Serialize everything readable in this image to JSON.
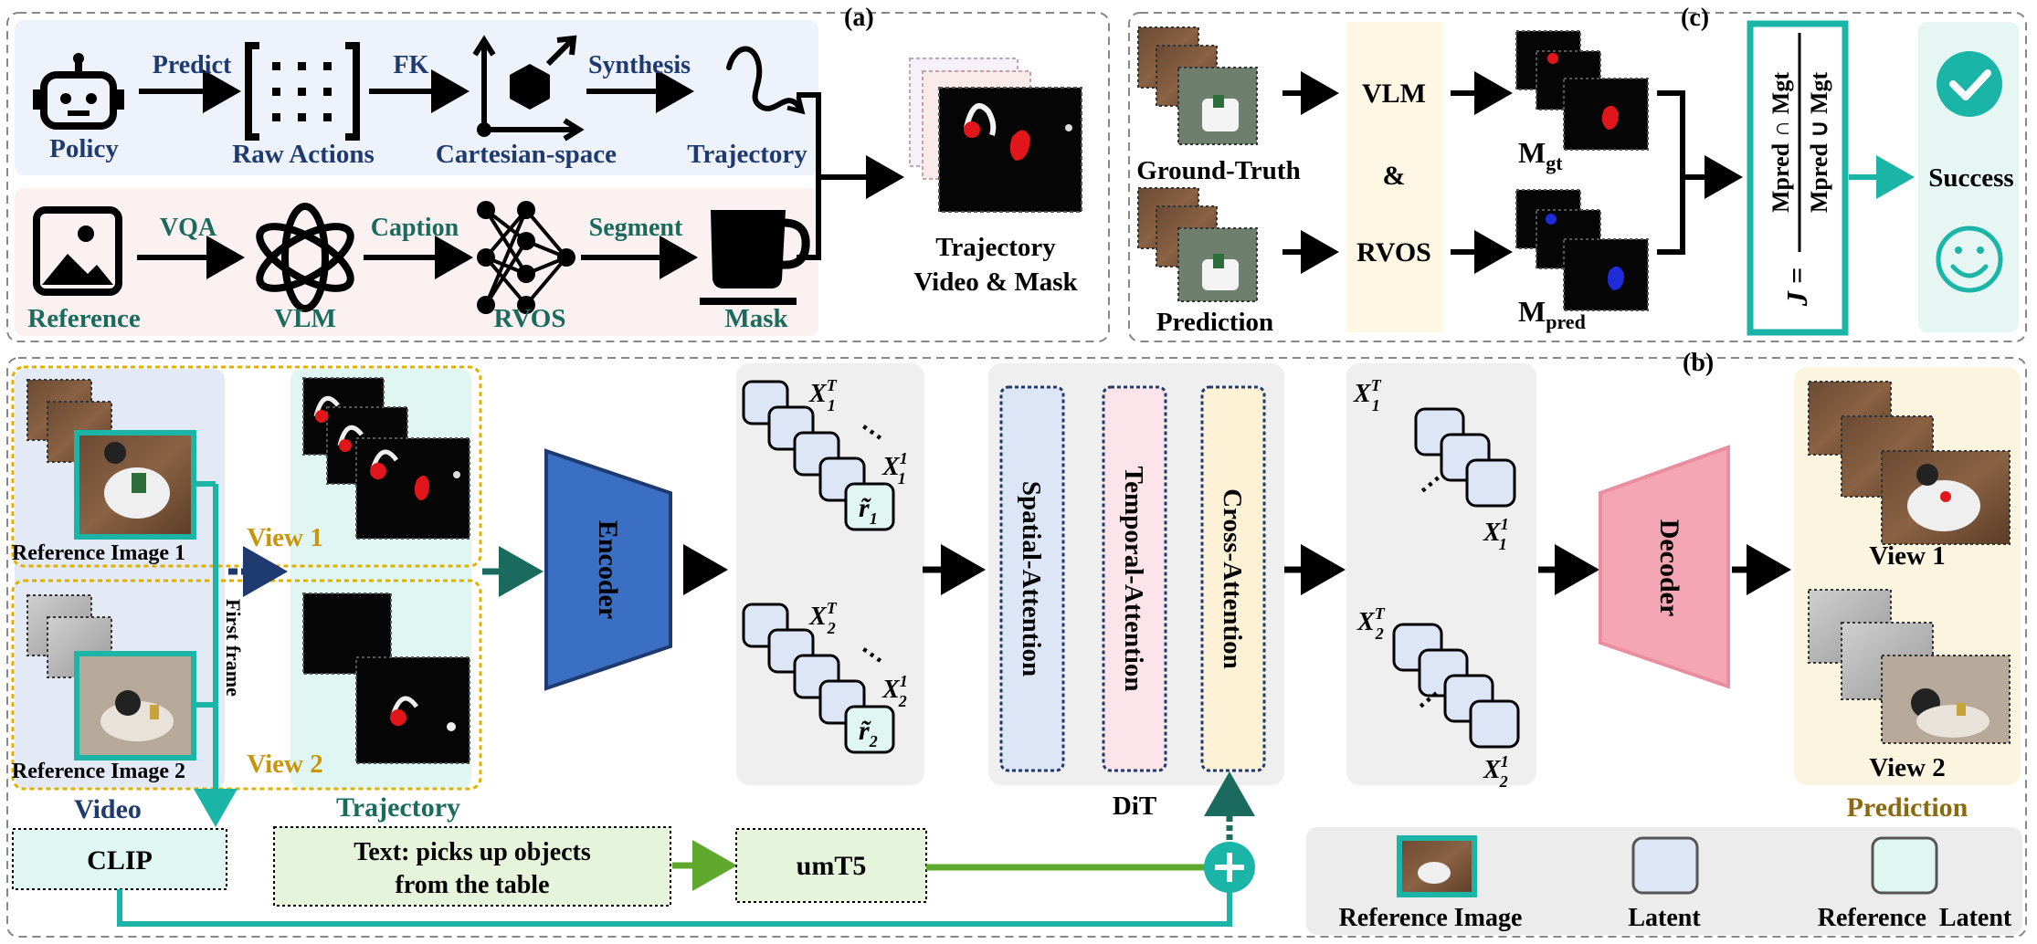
{
  "panels": {
    "a": {
      "tag": "(a)",
      "row1": [
        "Policy",
        "Raw Actions",
        "Cartesian-space",
        "Trajectory"
      ],
      "row1_arrows": [
        "Predict",
        "FK",
        "Synthesis"
      ],
      "row2": [
        "Reference",
        "VLM",
        "RVOS",
        "Mask"
      ],
      "row2_arrows": [
        "VQA",
        "Caption",
        "Segment"
      ],
      "output_line1": "Trajectory",
      "output_line2": "Video & Mask"
    },
    "c": {
      "tag": "(c)",
      "ground_truth": "Ground-Truth",
      "prediction": "Prediction",
      "vlm": "VLM",
      "amp": "&",
      "rvos": "RVOS",
      "m_gt_main": "M",
      "m_gt_sub": "gt",
      "m_pred_main": "M",
      "m_pred_sub": "pred",
      "formula_lhs": "J =",
      "formula_num": "Mpred ∩ Mgt",
      "formula_den": "Mpred ∪ Mgt",
      "success": "Success"
    },
    "b": {
      "tag": "(b)",
      "ref_image_1": "Reference Image 1",
      "ref_image_2": "Reference Image 2",
      "first_frame": "First frame",
      "view1": "View 1",
      "view2": "View 2",
      "video": "Video",
      "trajectory": "Trajectory",
      "encoder": "Encoder",
      "x1T": "X",
      "x1T_sup": "T",
      "x1T_sub": "1",
      "x11_sup": "1",
      "x11_sub": "1",
      "x2T_sup": "T",
      "x2T_sub": "2",
      "x21_sup": "1",
      "x21_sub": "2",
      "r1": "r̃",
      "r1_sub": "1",
      "r2_sub": "2",
      "ellipsis": "⋯",
      "spatial": "Spatial-Attention",
      "temporal": "Temporal-Attention",
      "cross": "Cross-Attention",
      "dit": "DiT",
      "decoder": "Decoder",
      "pred_view1": "View 1",
      "pred_view2": "View 2",
      "prediction": "Prediction",
      "clip": "CLIP",
      "text_line1": "Text: picks up objects",
      "text_line2": "from the table",
      "umt5": "umT5"
    },
    "legend": {
      "reference_image": "Reference Image",
      "latent": "Latent",
      "reference_latent": "Reference  Latent"
    }
  },
  "colors": {
    "teal": "#1bb5a8",
    "navy": "#1f3a6e",
    "dark_teal": "#1a6b5e",
    "gold": "#c8960a",
    "encoder": "#3a6fc4",
    "decoder": "#f4a6b4",
    "latent": "#dde6f6",
    "ref_latent": "#dff6f2",
    "green_arrow": "#5fa82e"
  }
}
